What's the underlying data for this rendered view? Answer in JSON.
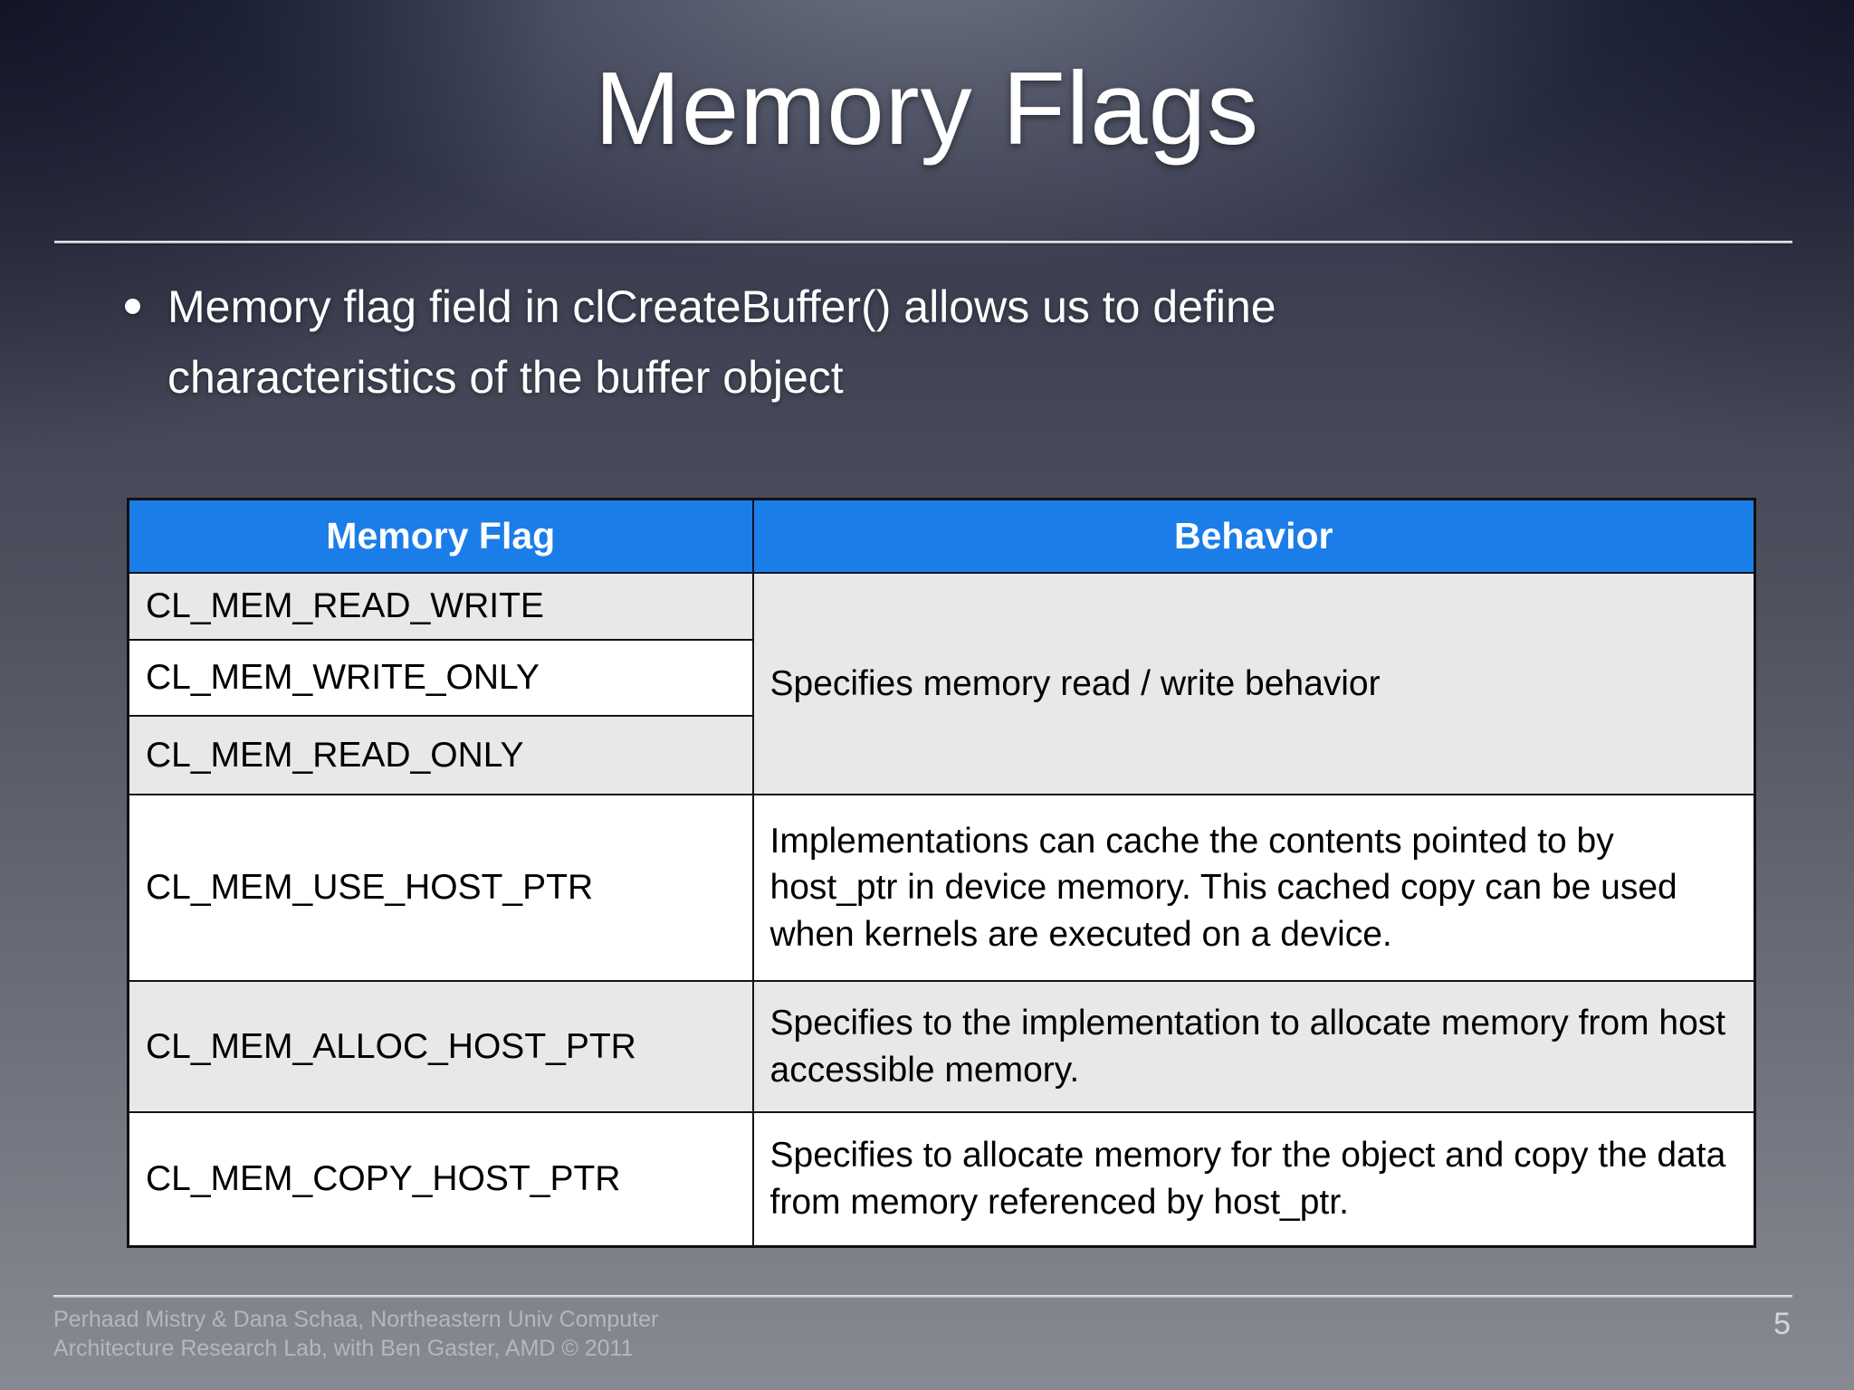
{
  "slide": {
    "title": "Memory Flags",
    "bullet": "Memory flag field in clCreateBuffer() allows us to define characteristics of the buffer object",
    "footer": "Perhaad Mistry & Dana Schaa, Northeastern Univ Computer\nArchitecture Research Lab, with Ben Gaster, AMD © 2011",
    "page_number": "5"
  },
  "table": {
    "headers": [
      "Memory Flag",
      "Behavior"
    ],
    "rw_flags": [
      "CL_MEM_READ_WRITE",
      "CL_MEM_WRITE_ONLY",
      "CL_MEM_READ_ONLY"
    ],
    "rw_behavior": "Specifies memory read / write behavior",
    "rows": [
      {
        "flag": "CL_MEM_USE_HOST_PTR",
        "behavior": "Implementations can cache the contents pointed to by host_ptr in device memory. This cached copy can be used when kernels are executed on a device."
      },
      {
        "flag": "CL_MEM_ALLOC_HOST_PTR",
        "behavior": "Specifies to the implementation to allocate memory from host accessible memory."
      },
      {
        "flag": "CL_MEM_COPY_HOST_PTR",
        "behavior": "Specifies to allocate memory for the object and copy the data from memory referenced by host_ptr."
      }
    ]
  },
  "colors": {
    "header_bg": "#1b7de8",
    "header_text": "#ffffff",
    "row_alt_bg": "#e8e7ea",
    "row_bg": "#ffffff",
    "table_border": "#141414",
    "body_text": "#000000",
    "slide_text": "#ffffff",
    "footer_text": "#b4b7be",
    "background_top": "#1a1e2c",
    "background_bottom": "#85888f"
  }
}
